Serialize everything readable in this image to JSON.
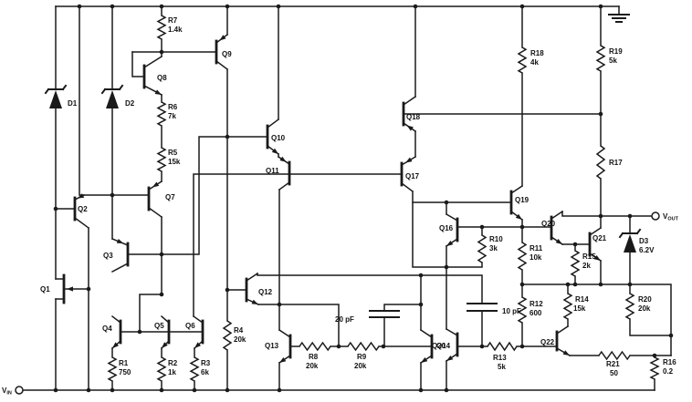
{
  "transistors": {
    "q1": "Q1",
    "q2": "Q2",
    "q3": "Q3",
    "q4": "Q4",
    "q5": "Q5",
    "q6": "Q6",
    "q7": "Q7",
    "q8": "Q8",
    "q9": "Q9",
    "q10": "Q10",
    "q11": "Q11",
    "q12": "Q12",
    "q13": "Q13",
    "q14": "Q14",
    "q16": "Q16",
    "q17": "Q17",
    "q18": "Q18",
    "q19": "Q19",
    "q20_top": "Q20",
    "q20_bottom": "Q20",
    "q21": "Q21",
    "q22": "Q22"
  },
  "resistors": {
    "r1": {
      "label": "R1",
      "value": "750"
    },
    "r2": {
      "label": "R2",
      "value": "1k"
    },
    "r3": {
      "label": "R3",
      "value": "6k"
    },
    "r4": {
      "label": "R4",
      "value": "20k"
    },
    "r5": {
      "label": "R5",
      "value": "15k"
    },
    "r6": {
      "label": "R6",
      "value": "7k"
    },
    "r7": {
      "label": "R7",
      "value": "1.4k"
    },
    "r8": {
      "label": "R8",
      "value": "20k"
    },
    "r9": {
      "label": "R9",
      "value": "20k"
    },
    "r10": {
      "label": "R10",
      "value": "3k"
    },
    "r11": {
      "label": "R11",
      "value": "10k"
    },
    "r12": {
      "label": "R12",
      "value": "600"
    },
    "r13": {
      "label": "R13",
      "value": "5k"
    },
    "r14": {
      "label": "R14",
      "value": "15k"
    },
    "r15": {
      "label": "R15",
      "value": "2k"
    },
    "r16": {
      "label": "R16",
      "value": "0.2"
    },
    "r17": {
      "label": "R17"
    },
    "r18": {
      "label": "R18",
      "value": "4k"
    },
    "r19": {
      "label": "R19",
      "value": "5k"
    },
    "r20": {
      "label": "R20",
      "value": "20k"
    },
    "r21": {
      "label": "R21",
      "value": "50"
    }
  },
  "diodes": {
    "d1": {
      "label": "D1"
    },
    "d2": {
      "label": "D2"
    },
    "d3": {
      "label": "D3",
      "value": "6.2V"
    }
  },
  "capacitors": {
    "c1": {
      "value": "20 pF"
    },
    "c2": {
      "value": "10 pF"
    }
  },
  "terminals": {
    "vin": {
      "base": "V",
      "sub": "IN"
    },
    "vout": {
      "base": "V",
      "sub": "OUT"
    }
  }
}
